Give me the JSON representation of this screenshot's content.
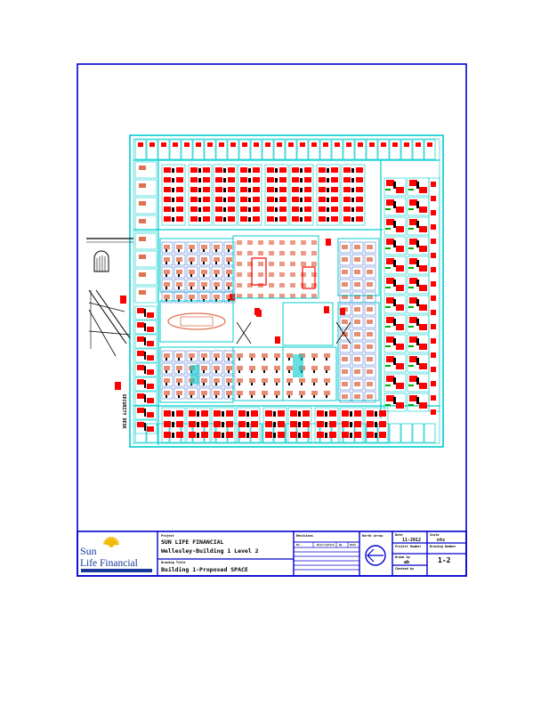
{
  "colors": {
    "border": "#0000cc",
    "wall": "#00cccc",
    "desk": "#ff0000",
    "furniture": "#e07050",
    "dark": "#000000",
    "plant": "#00aa00",
    "logo_yellow": "#f2b800",
    "logo_blue": "#1a3a9a"
  },
  "logo": {
    "line1": "Sun",
    "line2": "Life Financial"
  },
  "title_block": {
    "project_label": "Project",
    "project_name": "SUN LIFE FINANCIAL",
    "project_location": "Wellesley-Building 1 Level 2",
    "drawing_label": "Drawing Title",
    "drawing_title": "Building 1-Proposed SPACE",
    "revisions_label": "Revisions",
    "rev_no_label": "No.",
    "rev_desc_label": "Description",
    "rev_by_label": "By",
    "rev_date_label": "Date",
    "north_label": "North arrow",
    "date_label": "Date",
    "date_value": "11-2012",
    "scale_label": "Scale",
    "scale_value": "nts",
    "project_number_label": "Project Number",
    "drawing_number_label": "Drawing Number",
    "drawing_number": "1-2",
    "drawn_by_label": "Drawn by",
    "drawn_by_value": "ab",
    "checked_by_label": "Checked by"
  },
  "plan": {
    "side_label": "SECURITY DESK"
  }
}
